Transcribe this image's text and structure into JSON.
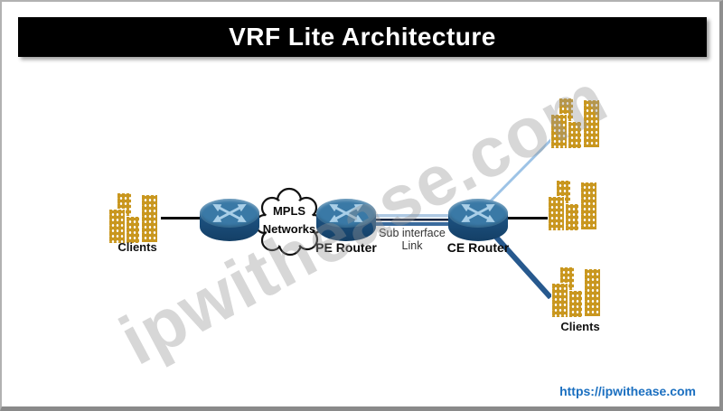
{
  "header": {
    "title": "VRF Lite Architecture"
  },
  "watermark": {
    "text": "ipwithease.com"
  },
  "diagram": {
    "left_clients_label": "Clients",
    "cloud": {
      "line1": "MPLS",
      "line2": "Networks"
    },
    "pe_router_label": "PE Router",
    "ce_router_label": "CE Router",
    "sub_interface": {
      "line1": "Sub interface",
      "line2": "Link"
    },
    "right_clients_label": "Clients"
  },
  "footer": {
    "url": "https://ipwithease.com"
  },
  "colors": {
    "title_bg": "#000000",
    "title_fg": "#ffffff",
    "building": "#C9971F",
    "router_top": "#3A79A6",
    "router_body": "#1E5586",
    "router_arrow": "#A9CFE8",
    "link_light": "#AEC9E3",
    "link_navy": "#16243F",
    "link_medium": "#3A6B9D",
    "line_black": "#0a0a0a",
    "line_lightblue": "#9DC3E6",
    "line_darkblue": "#27598E",
    "url_blue": "#1A6FC0",
    "watermark": "rgba(150,150,150,0.38)"
  }
}
